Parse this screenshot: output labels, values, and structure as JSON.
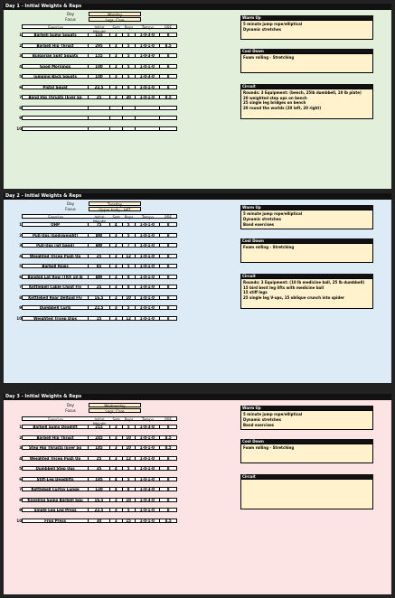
{
  "days": [
    {
      "title": "Day 1 - Initial Weights & Reps",
      "day_label": "Day",
      "day_value": "Monday",
      "focus_label": "Focus",
      "focus_value": "Legs, Core",
      "headers": [
        "Exercise",
        "Initial Weight",
        "Sets",
        "Reps",
        "Tempo",
        "RPE"
      ],
      "rows": [
        {
          "n": "1",
          "name": "Barbell Sumo Squats",
          "w": "155",
          "s": "3",
          "r": "5",
          "t": "1-0-3-0",
          "rpe": "8"
        },
        {
          "n": "2",
          "name": "Barbell Hip Thrust",
          "w": "295",
          "s": "3",
          "r": "5",
          "t": "1-0-1-0",
          "rpe": "8.5"
        },
        {
          "n": "3",
          "name": "Bulgarian Split Squats",
          "w": "155",
          "s": "3",
          "r": "5",
          "t": "1-0-3-0",
          "rpe": "8"
        },
        {
          "n": "4",
          "name": "Good Mornings",
          "w": "100",
          "s": "3",
          "r": "5",
          "t": "1-0-1-0",
          "rpe": "8"
        },
        {
          "n": "5",
          "name": "Jumping Back Squats",
          "w": "100",
          "s": "3",
          "r": "5",
          "t": "1-0-3-0",
          "rpe": "8"
        },
        {
          "n": "6",
          "name": "Pistol Squat",
          "w": "22.5",
          "s": "3",
          "r": "8",
          "t": "1-0-1-0",
          "rpe": "8"
        },
        {
          "n": "7",
          "name": "Band Hip Thrusts (Ever Sa",
          "w": "25",
          "s": "3",
          "r": "30",
          "t": "1-0-1-0",
          "rpe": "8.5"
        },
        {
          "n": "8",
          "name": "",
          "w": "",
          "s": "",
          "r": "",
          "t": "",
          "rpe": ""
        },
        {
          "n": "9",
          "name": "",
          "w": "",
          "s": "",
          "r": "",
          "t": "",
          "rpe": ""
        },
        {
          "n": "10",
          "name": "",
          "w": "",
          "s": "",
          "r": "",
          "t": "",
          "rpe": ""
        }
      ],
      "warmup_title": "Warm Up",
      "warmup_lines": [
        "5 minute jump rope/elliptical",
        "Dynamic stretches"
      ],
      "cooldown_title": "Cool Down",
      "cooldown_lines": [
        "Foam rolling - Stretching"
      ],
      "circuit_title": "Circuit",
      "circuit_lines": [
        "Rounds: 3 Equipment: (bench, 25lb dumbbell, 10 lb plate)",
        "20 weighted step ups on bench",
        "25 single leg bridges on bench",
        "20 round the worlds (20 left, 20 right)"
      ]
    },
    {
      "title": "Day 2 - Initial Weights & Reps",
      "day_label": "Day",
      "day_value": "Tuesday",
      "focus_label": "Focus",
      "focus_value": "Upper body - HIIT",
      "headers": [
        "Exercise",
        "Initial Weight",
        "Sets",
        "Reps",
        "Tempo",
        "RPE"
      ],
      "rows": [
        {
          "n": "1",
          "name": "OHP",
          "w": "75",
          "s": "4",
          "r": "5",
          "t": "1-0-1-0",
          "rpe": "8"
        },
        {
          "n": "2",
          "name": "Pull-Ups (bodyweight)",
          "w": "BW",
          "s": "3",
          "r": "5",
          "t": "1-0-1-0",
          "rpe": "8"
        },
        {
          "n": "3",
          "name": "Pull-Ups (wt band)",
          "w": "BW",
          "s": "2",
          "r": "7",
          "t": "1-0-1-0",
          "rpe": "8"
        },
        {
          "n": "4",
          "name": "Weighted Tricep Push Up",
          "w": "25",
          "s": "3",
          "r": "12",
          "t": "1-0-1-0",
          "rpe": "8"
        },
        {
          "n": "5",
          "name": "Barbell Rows",
          "w": "85",
          "s": "3",
          "r": "5",
          "t": "1-0-1-0",
          "rpe": "8"
        },
        {
          "n": "6",
          "name": "Banded Lat Row (TRX 18 lb",
          "w": "BW",
          "s": "3",
          "r": "8",
          "t": "1-0-1-0",
          "rpe": "8"
        },
        {
          "n": "7",
          "name": "Kettlebell Cable Chest Fly",
          "w": "25",
          "s": "3",
          "r": "8",
          "t": "1-0-1-0",
          "rpe": "8"
        },
        {
          "n": "8",
          "name": "Kettlebell Rear Deltoid Fly",
          "w": "16.5",
          "s": "3",
          "r": "10",
          "t": "1-0-1-0",
          "rpe": "8"
        },
        {
          "n": "9",
          "name": "Dumbbell Curls",
          "w": "22.5",
          "s": "3",
          "r": "5",
          "t": "1-0-1-0",
          "rpe": "8"
        },
        {
          "n": "10",
          "name": "Weighted Tricep Dips",
          "w": "15",
          "s": "3",
          "r": "12",
          "t": "1-0-1-0",
          "rpe": "8"
        }
      ],
      "warmup_title": "Warm Up",
      "warmup_lines": [
        "5 minute jump rope/elliptical",
        "Dynamic stretches",
        "Band exercises"
      ],
      "cooldown_title": "Cool Down",
      "cooldown_lines": [
        "Foam rolling - Stretching"
      ],
      "circuit_title": "Circuit",
      "circuit_lines": [
        "Rounds: 3 Equipment: (10 lb medicine ball, 25 lb dumbbell)",
        "15 bird bent leg lifts with medicine ball",
        "15 stiff legs",
        "25 single leg V-ups, 15 oblique crunch into spider"
      ]
    },
    {
      "title": "Day 3 - Initial Weights & Reps",
      "day_label": "Day",
      "day_value": "Wednesday",
      "focus_label": "Focus",
      "focus_value": "Legs, Core",
      "headers": [
        "Exercise",
        "Initial Weight",
        "Sets",
        "Reps",
        "Tempo",
        "RPE"
      ],
      "rows": [
        {
          "n": "1",
          "name": "Barbell Sumo Deadlift",
          "w": "215",
          "s": "3",
          "r": "5",
          "t": "1-0-3-0",
          "rpe": "8"
        },
        {
          "n": "2",
          "name": "Barbell Hip Thrust",
          "w": "245",
          "s": "3",
          "r": "10",
          "t": "1-0-1-0",
          "rpe": "8.5"
        },
        {
          "n": "3",
          "name": "Step Hip Thrusts (Ever Sq",
          "w": "185",
          "s": "3",
          "r": "10",
          "t": "1-0-1-0",
          "rpe": "8.5"
        },
        {
          "n": "4",
          "name": "Weighted Tricep Push Up",
          "w": "25",
          "s": "3",
          "r": "12",
          "t": "1-0-1-0",
          "rpe": "8"
        },
        {
          "n": "5",
          "name": "Dumbbell Step Ups",
          "w": "35",
          "s": "4",
          "r": "5",
          "t": "1-0-1-0",
          "rpe": "8"
        },
        {
          "n": "6",
          "name": "Stiff-Leg Deadlifts",
          "w": "185",
          "s": "4",
          "r": "5",
          "t": "1-0-1-0",
          "rpe": "8"
        },
        {
          "n": "7",
          "name": "Kettlebell Curtsy Lunge",
          "w": "120",
          "s": "4",
          "r": "8",
          "t": "1-0-3-0",
          "rpe": "8"
        },
        {
          "n": "8",
          "name": "Kneeling Sumo Barbell Squ",
          "w": "16.5",
          "s": "3",
          "r": "10",
          "t": "1-0-3-0",
          "rpe": "8"
        },
        {
          "n": "9",
          "name": "Single Leg Leg Press",
          "w": "22.5",
          "s": "3",
          "r": "5",
          "t": "1-0-1-0",
          "rpe": "8"
        },
        {
          "n": "10",
          "name": "Frog Press",
          "w": "30",
          "s": "3",
          "r": "15",
          "t": "1-0-1-0",
          "rpe": "8.5"
        }
      ],
      "warmup_title": "Warm Up",
      "warmup_lines": [
        "5 minute jump rope/elliptical",
        "Dynamic stretches",
        "Band exercises"
      ],
      "cooldown_title": "Cool Down",
      "cooldown_lines": [
        "Foam rolling - Stretching"
      ],
      "circuit_title": "Circuit",
      "circuit_lines": []
    }
  ]
}
